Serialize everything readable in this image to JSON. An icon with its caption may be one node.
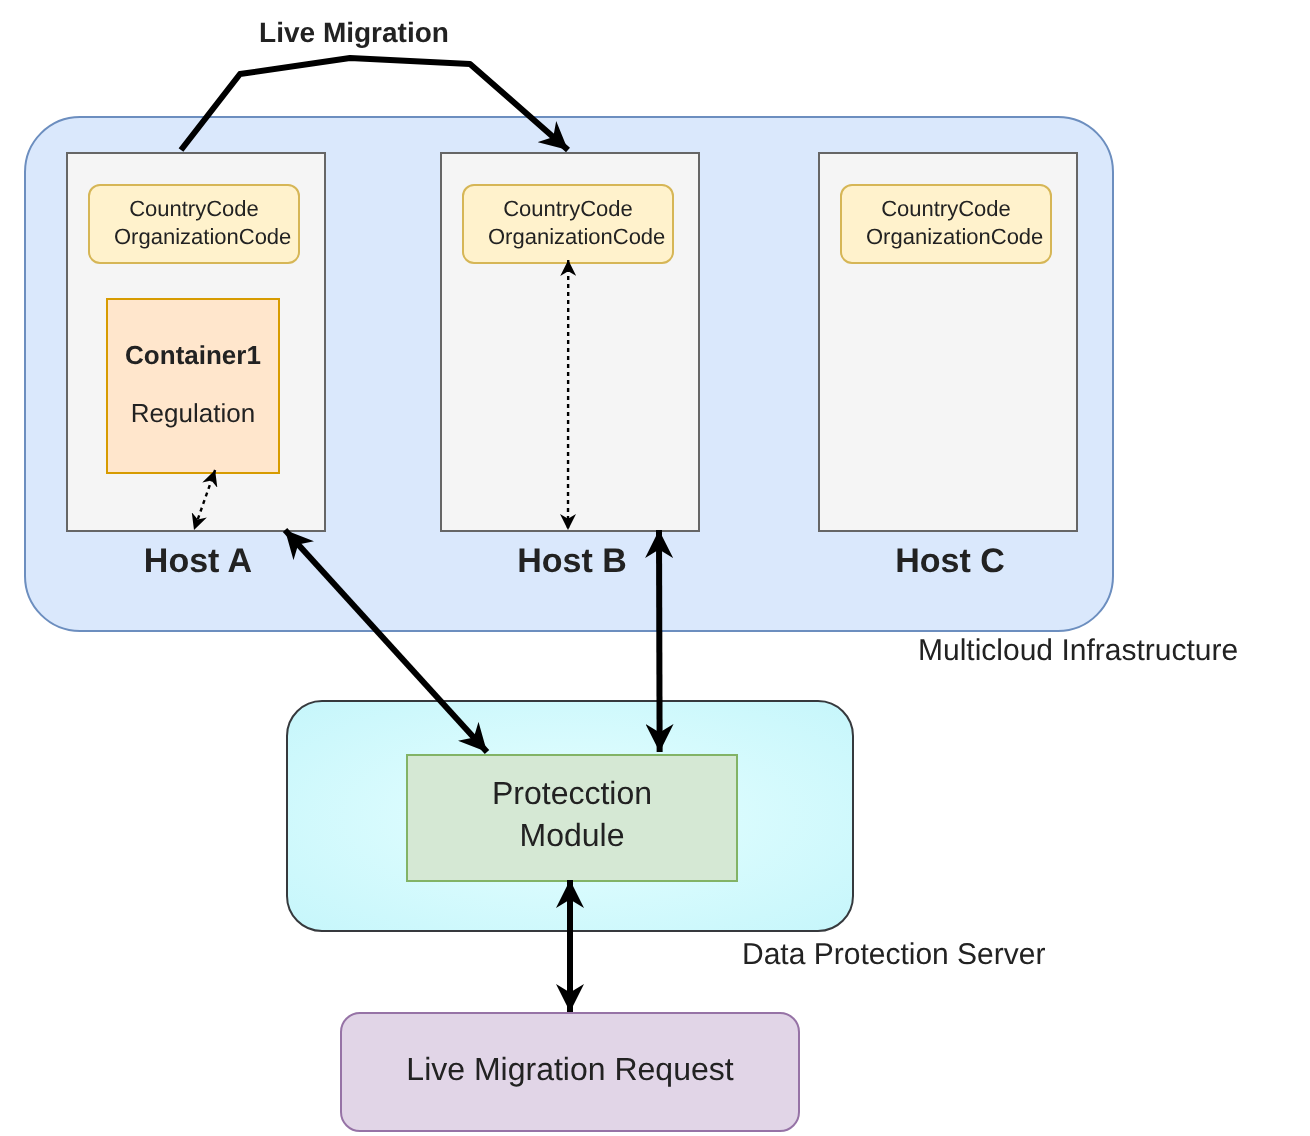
{
  "diagram": {
    "nodes": [
      {
        "text": [
          "Multicloud Infrastructure"
        ]
      },
      {
        "text": [
          "Host A"
        ],
        "in": 0
      },
      {
        "text": [
          "CountryCode OrganizationCode"
        ],
        "in": 1
      },
      {
        "text": [
          "Container1",
          "Regulation"
        ],
        "in": 1
      },
      {
        "text": [
          "Host B"
        ],
        "in": 0
      },
      {
        "text": [
          "CountryCode OrganizationCode"
        ],
        "in": 4
      },
      {
        "text": [
          "Host C"
        ],
        "in": 0
      },
      {
        "text": [
          "CountryCode OrganizationCode"
        ],
        "in": 6
      },
      {
        "text": [
          "Data Protection Server"
        ]
      },
      {
        "text": [
          "Protecction Module"
        ],
        "in": 8
      },
      {
        "text": [
          "Live Migration Request"
        ]
      }
    ],
    "edges": [
      {
        "from": 1,
        "to": 4,
        "arrow": "to",
        "label": "Live Migration"
      },
      {
        "from": 3,
        "to": 1,
        "arrow": "both",
        "style": "dashed"
      },
      {
        "from": 5,
        "to": 4,
        "arrow": "both",
        "style": "dashed"
      },
      {
        "from": 1,
        "to": 9,
        "arrow": "both"
      },
      {
        "from": 4,
        "to": 9,
        "arrow": "both"
      },
      {
        "from": 9,
        "to": 10,
        "arrow": "both"
      }
    ]
  }
}
